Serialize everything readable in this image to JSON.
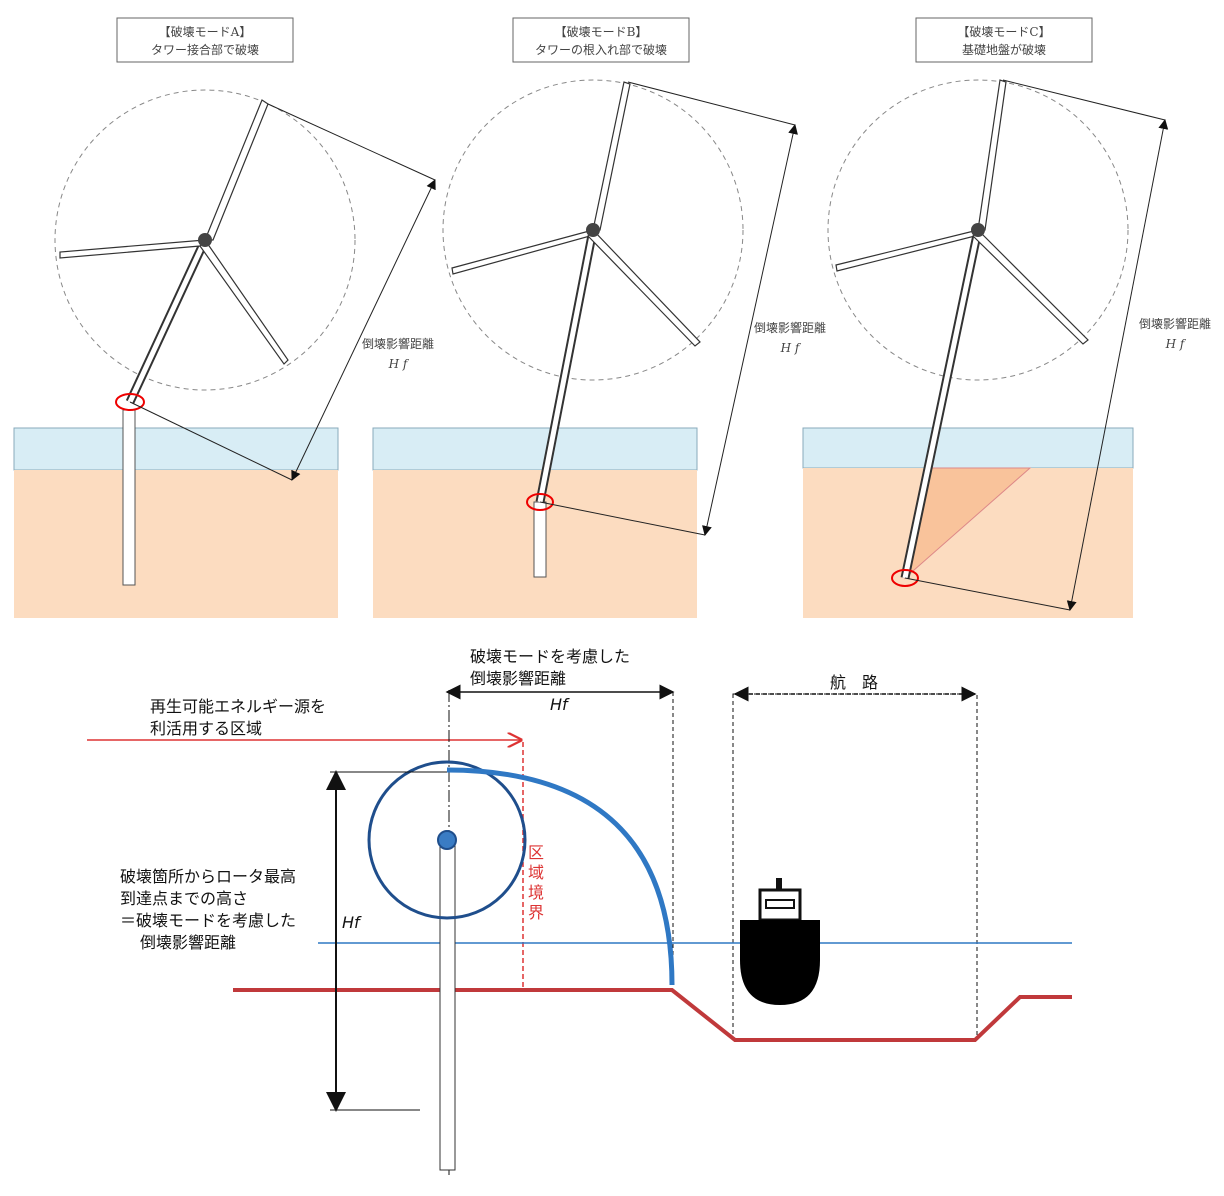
{
  "modes": [
    {
      "title": "【破壊モードA】",
      "subtitle": "タワー接合部で破壊",
      "label": "倒壊影響距離",
      "symbol": "H f"
    },
    {
      "title": "【破壊モードB】",
      "subtitle": "タワーの根入れ部で破壊",
      "label": "倒壊影響距離",
      "symbol": "H f"
    },
    {
      "title": "【破壊モードC】",
      "subtitle": "基礎地盤が破壊",
      "label": "倒壊影響距離",
      "symbol": "H f"
    }
  ],
  "bottom": {
    "zone_line1": "再生可能エネルギー源を",
    "zone_line2": "利活用する区域",
    "dist_line1": "破壊モードを考慮した",
    "dist_line2": "倒壊影響距離",
    "hf_top": "Hf",
    "channel": "航　路",
    "boundary": [
      "区",
      "域",
      "境",
      "界"
    ],
    "height_line1": "破壊箇所からロータ最高",
    "height_line2": "到達点までの高さ",
    "height_line3": "＝破壊モードを考慮した",
    "height_line4": "倒壊影響距離",
    "hf_left": "Hf"
  },
  "colors": {
    "water": "#d8edf5",
    "seabed": "#fcdcc0",
    "red": "#c0392b",
    "blue": "#2f78c4",
    "navy": "#1f4e8c"
  }
}
